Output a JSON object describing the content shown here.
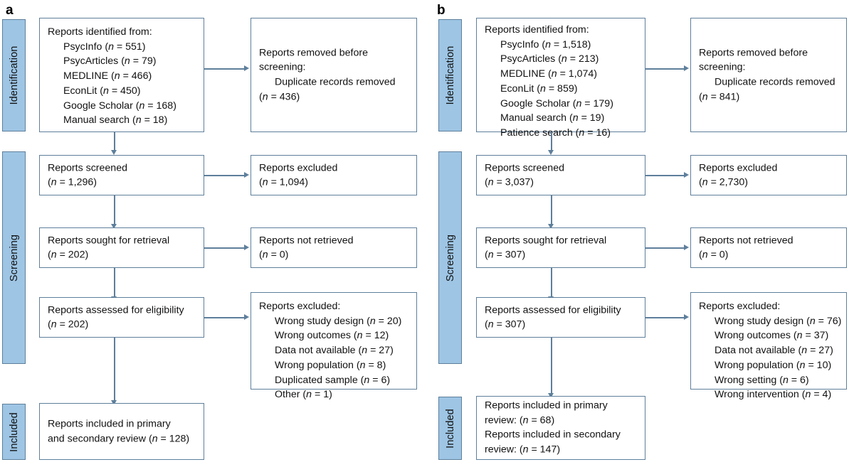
{
  "figure": {
    "type": "prisma-flow-diagram",
    "colors": {
      "stage_bar_fill": "#9EC5E4",
      "box_border": "#5E7F9B",
      "connector": "#5E7F9B",
      "box_fill": "#FFFFFF",
      "text": "#111111"
    }
  },
  "panels": [
    {
      "letter": "a",
      "stages": [
        {
          "label": "Identification"
        },
        {
          "label": "Screening"
        },
        {
          "label": "Included"
        }
      ],
      "boxes": {
        "identified": {
          "title": "Reports identified from:",
          "items": [
            "PsycInfo (n = 551)",
            "PsycArticles (n = 79)",
            "MEDLINE (n = 466)",
            "EconLit (n = 450)",
            "Google Scholar (n = 168)",
            "Manual search (n = 18)"
          ]
        },
        "removed": {
          "line1": "Reports removed before",
          "line2": "screening:",
          "item1": "Duplicate records removed",
          "item2": "(n = 436)"
        },
        "screened": {
          "line1": "Reports screened",
          "line2": "(n = 1,296)"
        },
        "screened_excluded": {
          "line1": "Reports excluded",
          "line2": "(n = 1,094)"
        },
        "sought": {
          "line1": "Reports sought for retrieval",
          "line2": "(n = 202)"
        },
        "not_retrieved": {
          "line1": "Reports not retrieved",
          "line2": "(n = 0)"
        },
        "assessed": {
          "line1": "Reports assessed for eligibility",
          "line2": "(n = 202)"
        },
        "assessed_excluded": {
          "title": "Reports excluded:",
          "items": [
            "Wrong study design (n = 20)",
            "Wrong outcomes (n = 12)",
            "Data not available (n = 27)",
            "Wrong population (n = 8)",
            "Duplicated sample (n = 6)",
            "Other (n = 1)"
          ]
        },
        "included": {
          "line1": "Reports included in primary",
          "line2": "and secondary review (n = 128)"
        }
      }
    },
    {
      "letter": "b",
      "stages": [
        {
          "label": "Identification"
        },
        {
          "label": "Screening"
        },
        {
          "label": "Included"
        }
      ],
      "boxes": {
        "identified": {
          "title": "Reports identified from:",
          "items": [
            "PsycInfo (n = 1,518)",
            "PsycArticles (n = 213)",
            "MEDLINE (n = 1,074)",
            "EconLit (n = 859)",
            "Google Scholar (n = 179)",
            "Manual search (n = 19)",
            "Patience search (n = 16)"
          ]
        },
        "removed": {
          "line1": "Reports removed before",
          "line2": "screening:",
          "item1": "Duplicate records removed",
          "item2": "(n = 841)"
        },
        "screened": {
          "line1": "Reports screened",
          "line2": "(n = 3,037)"
        },
        "screened_excluded": {
          "line1": "Reports excluded",
          "line2": "(n = 2,730)"
        },
        "sought": {
          "line1": "Reports sought for retrieval",
          "line2": "(n = 307)"
        },
        "not_retrieved": {
          "line1": "Reports not retrieved",
          "line2": "(n = 0)"
        },
        "assessed": {
          "line1": "Reports assessed for eligibility",
          "line2": "(n = 307)"
        },
        "assessed_excluded": {
          "title": "Reports excluded:",
          "items": [
            "Wrong study design (n = 76)",
            "Wrong outcomes (n = 37)",
            "Data not available (n = 27)",
            "Wrong population (n = 10)",
            "Wrong setting (n = 6)",
            "Wrong intervention (n = 4)"
          ]
        },
        "included": {
          "line1": "Reports included in primary",
          "line2": "review: (n = 68)",
          "line3": "Reports included in secondary",
          "line4": "review: (n = 147)"
        }
      }
    }
  ]
}
